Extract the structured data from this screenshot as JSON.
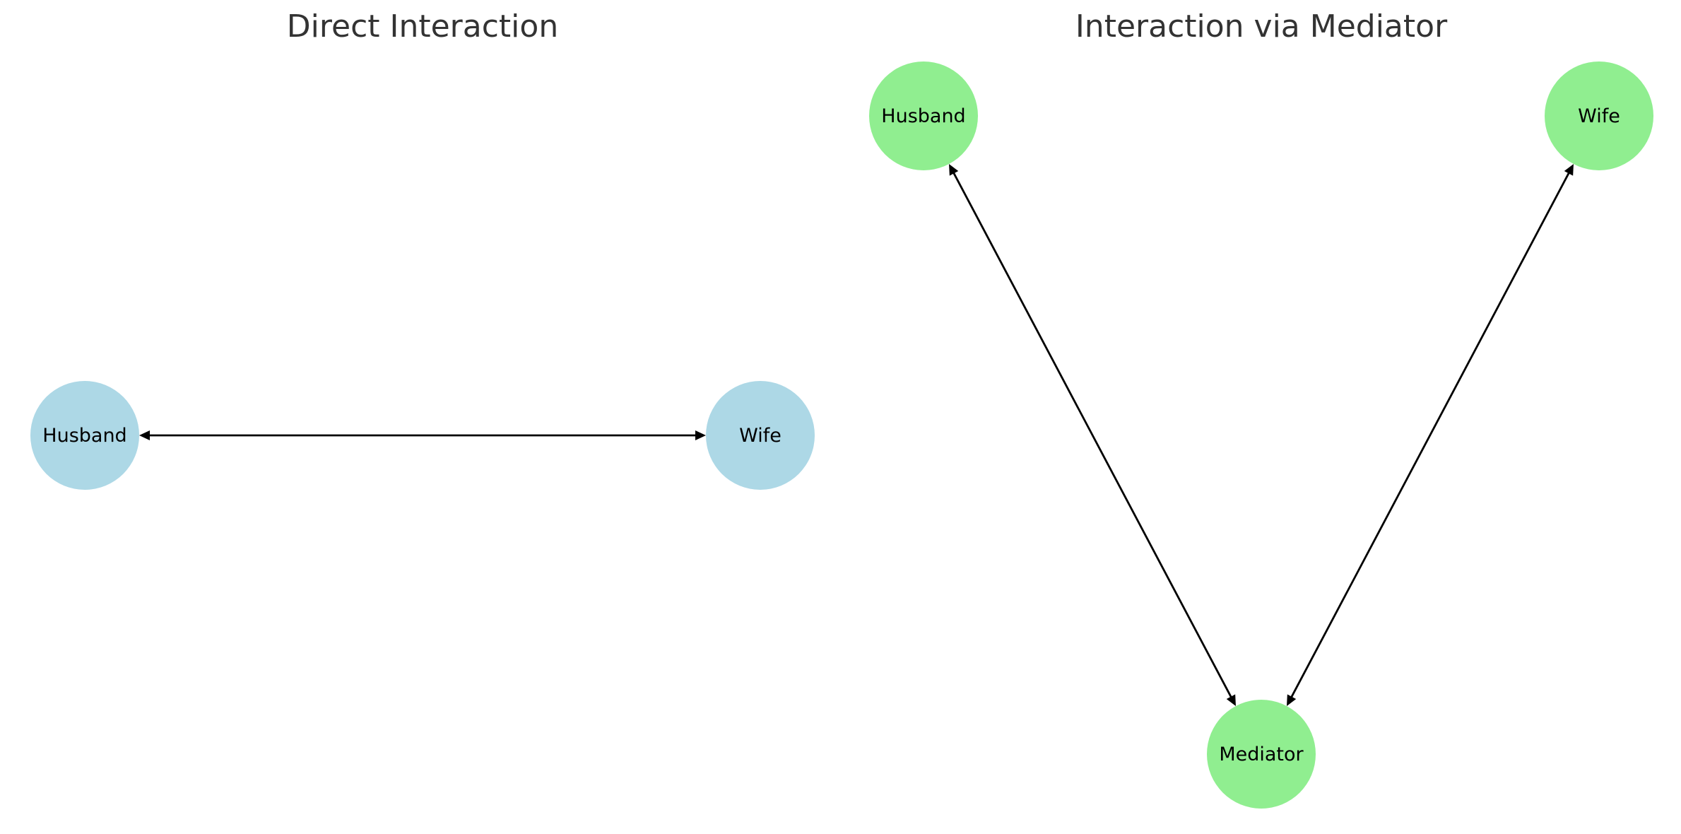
{
  "panels": [
    {
      "id": "direct",
      "title": "Direct Interaction",
      "node_color": "#add8e6",
      "nodes": [
        {
          "id": "husband",
          "label": "Husband"
        },
        {
          "id": "wife",
          "label": "Wife"
        }
      ],
      "edges": [
        {
          "from": "husband",
          "to": "wife",
          "direction": "both"
        }
      ]
    },
    {
      "id": "mediated",
      "title": "Interaction via Mediator",
      "node_color": "#90ee90",
      "nodes": [
        {
          "id": "husband",
          "label": "Husband"
        },
        {
          "id": "wife",
          "label": "Wife"
        },
        {
          "id": "mediator",
          "label": "Mediator"
        }
      ],
      "edges": [
        {
          "from": "husband",
          "to": "mediator",
          "direction": "both"
        },
        {
          "from": "wife",
          "to": "mediator",
          "direction": "both"
        }
      ]
    }
  ],
  "colors": {
    "edge": "#000000",
    "title": "#333333",
    "label": "#000000"
  }
}
